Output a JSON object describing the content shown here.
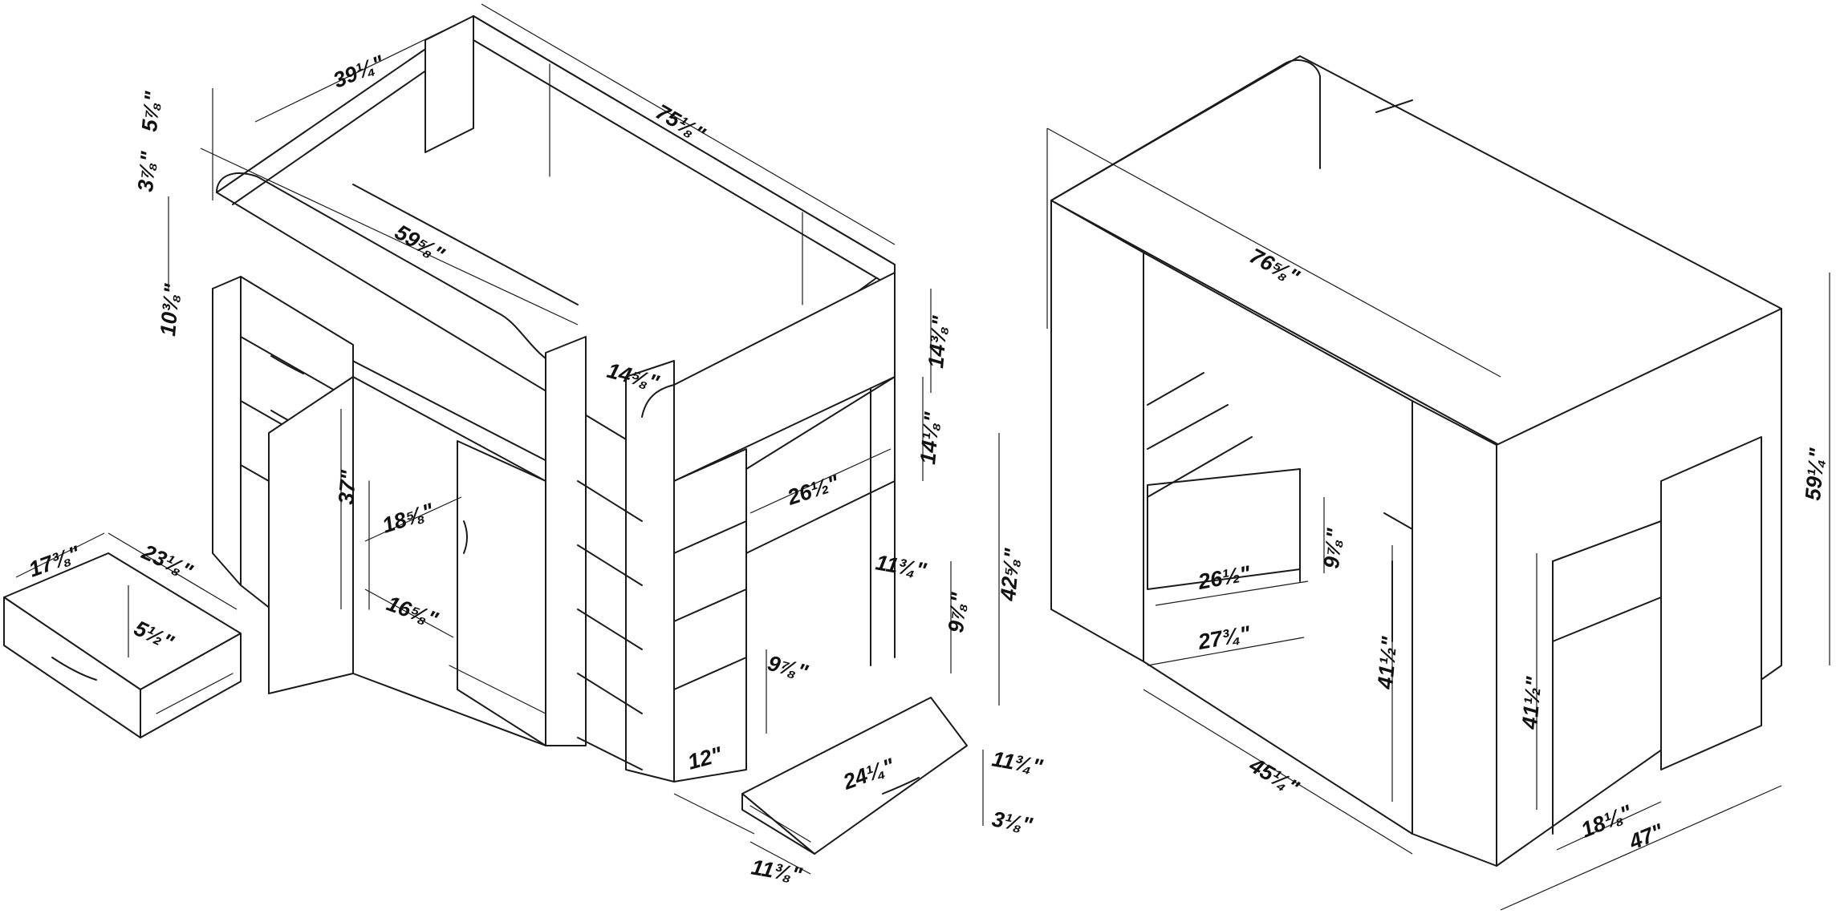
{
  "left_view": {
    "dimensions": [
      {
        "id": "d39",
        "text": "39¼\""
      },
      {
        "id": "d75",
        "text": "75⅛\""
      },
      {
        "id": "d578",
        "text": "5⅞\""
      },
      {
        "id": "d378",
        "text": "3⅞\""
      },
      {
        "id": "d596",
        "text": "59⅝\""
      },
      {
        "id": "d103",
        "text": "10⅜\""
      },
      {
        "id": "d146",
        "text": "14⅝\""
      },
      {
        "id": "d1438",
        "text": "14⅜\""
      },
      {
        "id": "d1418",
        "text": "14⅛\""
      },
      {
        "id": "d37",
        "text": "37\""
      },
      {
        "id": "d185",
        "text": "18⅝\""
      },
      {
        "id": "d265",
        "text": "26½\""
      },
      {
        "id": "d4258",
        "text": "42⅝\""
      },
      {
        "id": "d1134",
        "text": "11¾\""
      },
      {
        "id": "d978",
        "text": "9⅞\""
      },
      {
        "id": "d1738",
        "text": "17⅜\""
      },
      {
        "id": "d2318",
        "text": "23⅛\""
      },
      {
        "id": "d512",
        "text": "5½\""
      },
      {
        "id": "d1658",
        "text": "16⅝\""
      },
      {
        "id": "d9782",
        "text": "9⅞\""
      },
      {
        "id": "d12",
        "text": "12\""
      },
      {
        "id": "d2414",
        "text": "24¼\""
      },
      {
        "id": "d11342",
        "text": "11¾\""
      },
      {
        "id": "d318",
        "text": "3⅛\""
      },
      {
        "id": "d1138",
        "text": "11⅜\""
      }
    ]
  },
  "right_view": {
    "dimensions": [
      {
        "id": "r765",
        "text": "76⅝\""
      },
      {
        "id": "r5914",
        "text": "59¼\""
      },
      {
        "id": "r265",
        "text": "26½\""
      },
      {
        "id": "r978",
        "text": "9⅞\""
      },
      {
        "id": "r2734",
        "text": "27¾\""
      },
      {
        "id": "r4112",
        "text": "41½\""
      },
      {
        "id": "r4512",
        "text": "41½\""
      },
      {
        "id": "r4514",
        "text": "45¼\""
      },
      {
        "id": "r1818",
        "text": "18⅛\""
      },
      {
        "id": "r47",
        "text": "47\""
      }
    ]
  }
}
